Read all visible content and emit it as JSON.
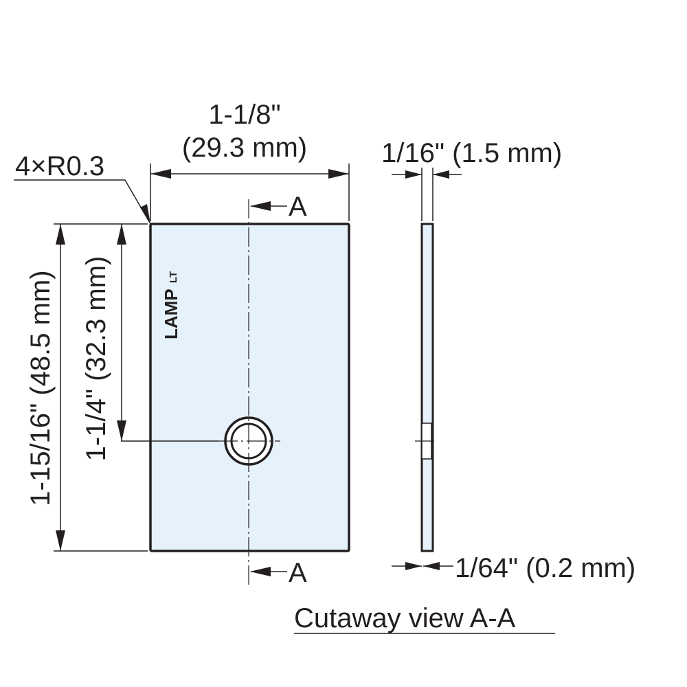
{
  "dimensions": {
    "width_in": "1-1/8\"",
    "width_mm": "(29.3 mm)",
    "corner_radius": "4×R0.3",
    "height_total": "1-15/16\" (48.5 mm)",
    "hole_position": "1-1/4\" (32.3 mm)",
    "thickness": "1/16\" (1.5 mm)",
    "countersink_depth": "1/64\" (0.2 mm)"
  },
  "section": {
    "marker_top": "A",
    "marker_bottom": "A",
    "cutaway_title": "Cutaway view A-A"
  },
  "logo": {
    "brand": "LAMP",
    "suffix": "LT"
  },
  "colors": {
    "plate_fill": "#e6f2fb",
    "line": "#231f20",
    "background": "#ffffff"
  }
}
